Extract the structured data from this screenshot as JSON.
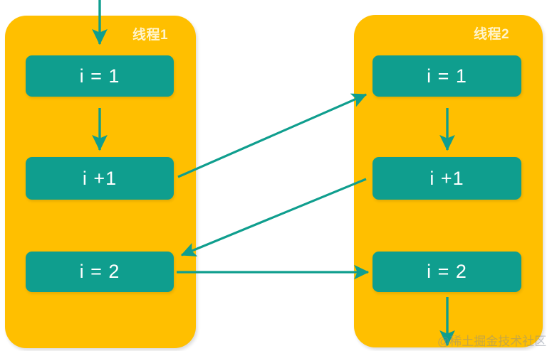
{
  "diagram": {
    "title_text": "",
    "colors": {
      "panel_fill": "#FFBF00",
      "box_fill": "#0F9E8E",
      "arrow_stroke": "#0F9E8E",
      "label_text": "#FFF4CC",
      "box_text": "#FFFFFF",
      "background": "#FFFFFF"
    },
    "threads": [
      {
        "label": "线程1",
        "steps": [
          {
            "text": "i = 1"
          },
          {
            "text": "i +1"
          },
          {
            "text": "i = 2"
          }
        ]
      },
      {
        "label": "线程2",
        "steps": [
          {
            "text": "i = 1"
          },
          {
            "text": "i +1"
          },
          {
            "text": "i = 2"
          }
        ]
      }
    ],
    "arrows": [
      {
        "name": "entry-arrow-into-thread1",
        "kind": "vertical-down"
      },
      {
        "name": "thread1-step1-to-step2",
        "kind": "vertical-down"
      },
      {
        "name": "thread1-step2-to-thread2-step1",
        "kind": "diagonal-up-right"
      },
      {
        "name": "thread2-step1-to-step2",
        "kind": "vertical-down"
      },
      {
        "name": "thread2-step2-to-thread1-step3",
        "kind": "diagonal-down-left"
      },
      {
        "name": "thread1-step3-to-thread2-step3",
        "kind": "horizontal-right"
      },
      {
        "name": "exit-arrow-from-thread2",
        "kind": "vertical-down"
      }
    ],
    "watermark": "@稀土掘金技术社区"
  }
}
